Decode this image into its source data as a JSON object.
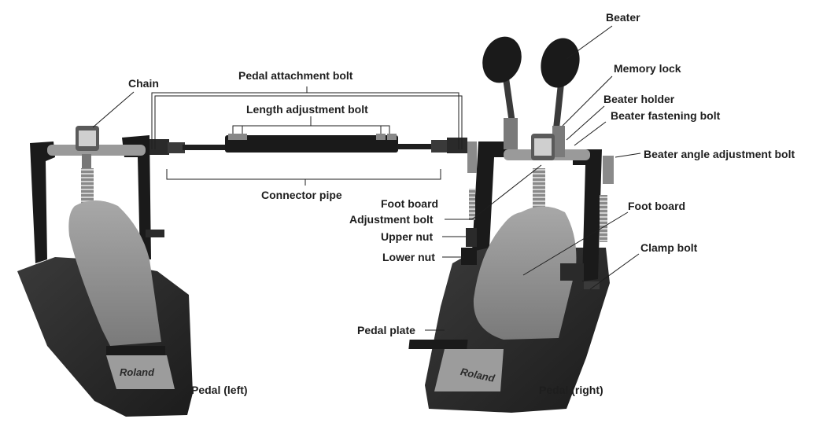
{
  "labels": {
    "pedal_attachment_bolt": "Pedal attachment bolt",
    "length_adjustment_bolt": "Length adjustment bolt",
    "chain": "Chain",
    "connector_pipe": "Connector pipe",
    "pedal_left": "Pedal (left)",
    "beater": "Beater",
    "memory_lock": "Memory lock",
    "beater_holder": "Beater holder",
    "beater_fastening_bolt": "Beater fastening bolt",
    "beater_angle_adjustment_bolt": "Beater angle adjustment bolt",
    "foot_board_left": "Foot board",
    "adjustment_bolt": "Adjustment bolt",
    "foot_board_right": "Foot board",
    "upper_nut": "Upper nut",
    "lower_nut": "Lower nut",
    "clamp_bolt": "Clamp bolt",
    "pedal_plate": "Pedal plate",
    "pedal_right": "Pedal (right)"
  },
  "brand_logo_text": "Roland"
}
